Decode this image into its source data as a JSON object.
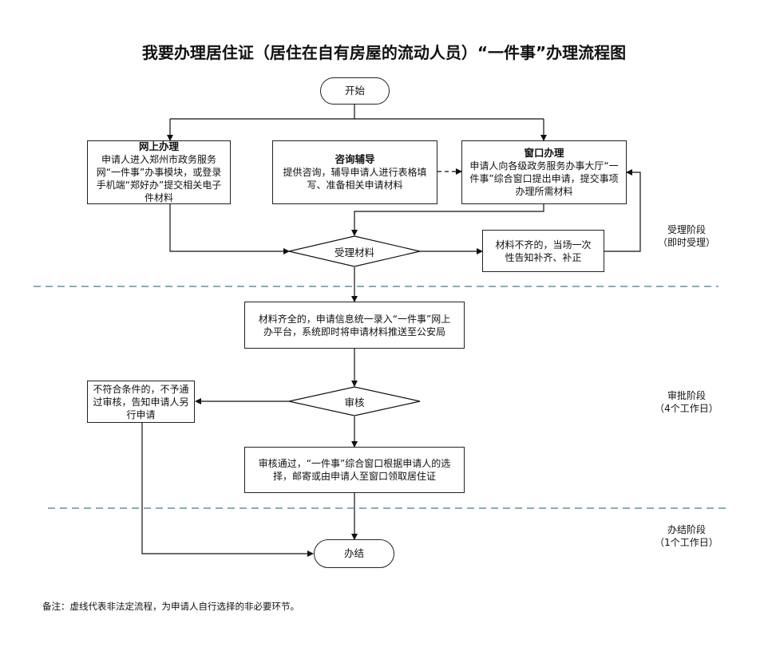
{
  "title": "我要办理居住证（居住在自有房屋的流动人员）“一件事”办理流程图",
  "nodes": {
    "start": "开始",
    "online": {
      "heading": "网上办理",
      "body": "申请人进入郑州市政务服务网“一件事”办事模块，或登录手机端“郑好办”提交相关电子件材料"
    },
    "consult": {
      "heading": "咨询辅导",
      "body": "提供咨询，辅导申请人进行表格填写、准备相关申请材料"
    },
    "window": {
      "heading": "窗口办理",
      "body": "申请人向各级政务服务办事大厅“一件事”综合窗口提出申请，提交事项办理所需材料"
    },
    "accept_decision": "受理材料",
    "incomplete": "材料不齐的，当场一次性告知补齐、补正",
    "complete": "材料齐全的，申请信息统一录入“一件事”网上办平台，系统即时将申请材料推送至公安局",
    "review_decision": "审核",
    "rejected": "不符合条件的，不予通过审核，告知申请人另行申请",
    "approved": "审核通过，“一件事”综合窗口根据申请人的选择，邮寄或由申请人至窗口领取居住证",
    "end": "办结"
  },
  "stages": [
    {
      "name": "受理阶段",
      "detail": "（即时受理）"
    },
    {
      "name": "审批阶段",
      "detail": "（4个工作日）"
    },
    {
      "name": "办结阶段",
      "detail": "（1个工作日）"
    }
  ],
  "note": "备注：虚线代表非法定流程，为申请人自行选择的非必要环节。",
  "colors": {
    "line": "#111111",
    "stage_divider": "#3a7f8c"
  }
}
